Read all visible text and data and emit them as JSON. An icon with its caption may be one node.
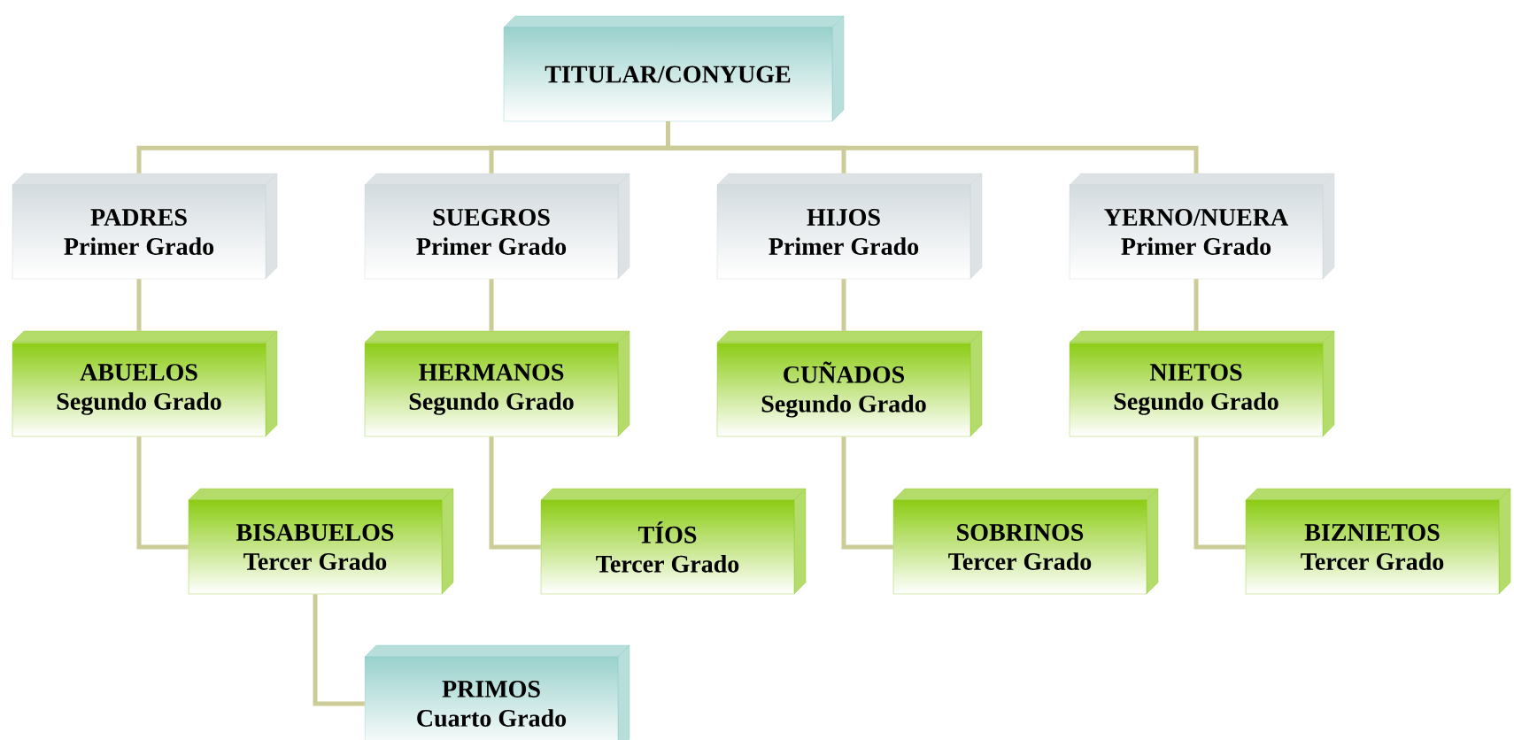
{
  "diagram": {
    "nodes": [
      {
        "text": [
          "TITULAR/CONYUGE"
        ]
      },
      {
        "text": [
          "PADRES",
          "Primer Grado"
        ]
      },
      {
        "text": [
          "SUEGROS",
          "Primer Grado"
        ]
      },
      {
        "text": [
          "HIJOS",
          "Primer Grado"
        ]
      },
      {
        "text": [
          "YERNO/NUERA",
          "Primer Grado"
        ]
      },
      {
        "text": [
          "ABUELOS",
          "Segundo Grado"
        ]
      },
      {
        "text": [
          "HERMANOS",
          "Segundo Grado"
        ]
      },
      {
        "text": [
          "CUÑADOS",
          "Segundo Grado"
        ]
      },
      {
        "text": [
          "NIETOS",
          "Segundo Grado"
        ]
      },
      {
        "text": [
          "BISABUELOS",
          "Tercer Grado"
        ]
      },
      {
        "text": [
          "TÍOS",
          "Tercer Grado"
        ]
      },
      {
        "text": [
          "SOBRINOS",
          "Tercer Grado"
        ]
      },
      {
        "text": [
          "BIZNIETOS",
          "Tercer Grado"
        ]
      },
      {
        "text": [
          "PRIMOS",
          "Cuarto Grado"
        ]
      }
    ],
    "edges": [
      {
        "from": 0,
        "to": 1,
        "arrow": "none"
      },
      {
        "from": 0,
        "to": 2,
        "arrow": "none"
      },
      {
        "from": 0,
        "to": 3,
        "arrow": "none"
      },
      {
        "from": 0,
        "to": 4,
        "arrow": "none"
      },
      {
        "from": 1,
        "to": 5,
        "arrow": "none"
      },
      {
        "from": 2,
        "to": 6,
        "arrow": "none"
      },
      {
        "from": 3,
        "to": 7,
        "arrow": "none"
      },
      {
        "from": 4,
        "to": 8,
        "arrow": "none"
      },
      {
        "from": 5,
        "to": 9,
        "arrow": "none"
      },
      {
        "from": 6,
        "to": 10,
        "arrow": "none"
      },
      {
        "from": 7,
        "to": 11,
        "arrow": "none"
      },
      {
        "from": 8,
        "to": 12,
        "arrow": "none"
      },
      {
        "from": 9,
        "to": 13,
        "arrow": "none"
      }
    ]
  }
}
